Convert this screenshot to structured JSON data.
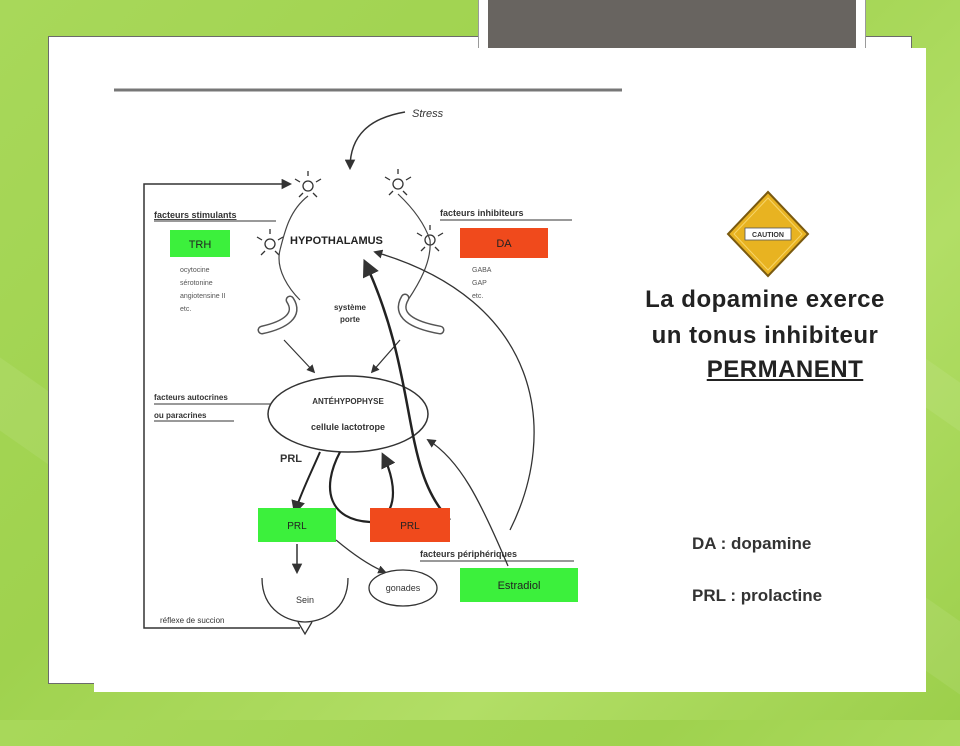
{
  "diagram": {
    "stress_label": "Stress",
    "hypothalamus_label": "HYPOTHALAMUS",
    "stimulating_header": "facteurs stimulants",
    "inhibiting_header": "facteurs inhibiteurs",
    "trh_box": "TRH",
    "da_box": "DA",
    "stim_list": [
      "ocytocine",
      "sérotonine",
      "angiotensine II",
      "etc."
    ],
    "inhib_list": [
      "GABA",
      "GAP",
      "etc."
    ],
    "portal_label_1": "système",
    "portal_label_2": "porte",
    "autocrine_header_1": "facteurs autocrines",
    "autocrine_header_2": "ou paracrines",
    "anterior_label": "ANTÉHYPOPHYSE",
    "lactotrope_label": "cellule lactotrope",
    "prl_side_label": "PRL",
    "prl_green_box": "PRL",
    "prl_red_box": "PRL",
    "peripheral_header": "facteurs périphériques",
    "estradiol_box": "Estradiol",
    "sein_label": "Sein",
    "gonades_label": "gonades",
    "reflex_label": "réflexe de succion",
    "caution_label": "CAUTION"
  },
  "message": {
    "line1": "La dopamine exerce",
    "line2": "un tonus inhibiteur",
    "line3": "PERMANENT"
  },
  "legend": {
    "da": "DA : dopamine",
    "prl": "PRL : prolactine"
  },
  "colors": {
    "green_box": "#3cf03c",
    "red_box": "#f04a1c",
    "caution": "#e8b321",
    "tab_bar": "#686460",
    "background": "#a8d85a"
  }
}
